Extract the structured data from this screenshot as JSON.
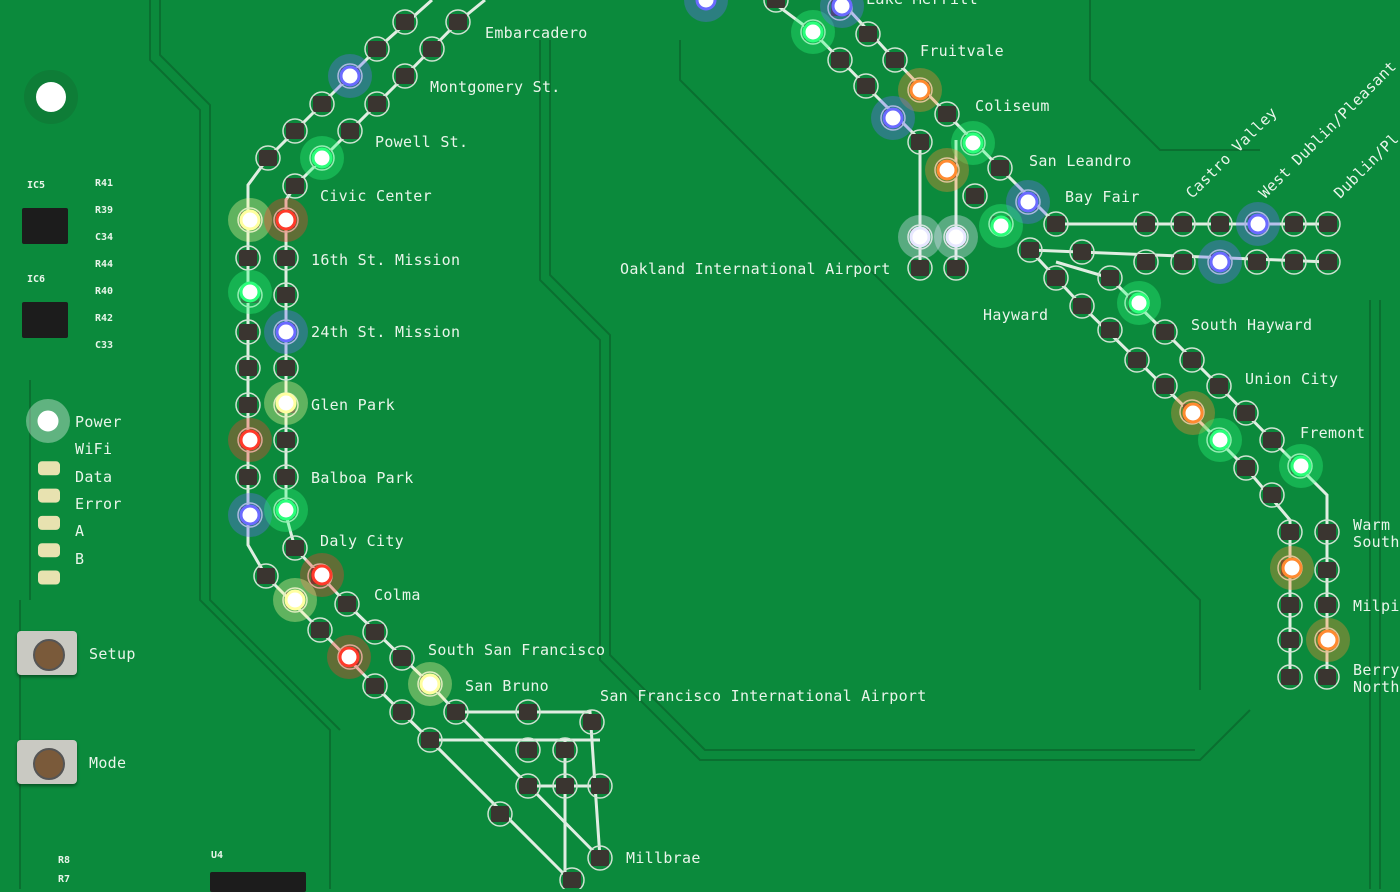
{
  "stations_west": [
    "Embarcadero",
    "Montgomery St.",
    "Powell St.",
    "Civic Center",
    "16th St. Mission",
    "24th St. Mission",
    "Glen Park",
    "Balboa Park",
    "Daly City",
    "Colma",
    "South San Francisco",
    "San Bruno",
    "San Francisco International Airport",
    "Millbrae"
  ],
  "stations_east": [
    "Lake Merritt",
    "Fruitvale",
    "Coliseum",
    "San Leandro",
    "Bay Fair",
    "Oakland International Airport",
    "Hayward",
    "South Hayward",
    "Union City",
    "Fremont",
    "Warm",
    "South",
    "Milpit",
    "Berry",
    "North"
  ],
  "stations_rotated": [
    "Castro Valley",
    "West Dublin/Pleasant",
    "Dublin/Pl"
  ],
  "indicators": [
    "Power",
    "WiFi",
    "Data",
    "Error",
    "A",
    "B"
  ],
  "buttons": {
    "setup": "Setup",
    "mode": "Mode"
  },
  "components": {
    "ic5": "IC5",
    "ic6": "IC6",
    "r41": "R41",
    "r39": "R39",
    "c34": "C34",
    "r44": "R44",
    "r40": "R40",
    "r42": "R42",
    "c33": "C33",
    "r8": "R8",
    "r7": "R7",
    "u4": "U4"
  },
  "colors": {
    "board": "#0b8a3c",
    "silk": "#e9f5ea",
    "red": "#ff3a2a",
    "green": "#2aff7a",
    "blue": "#6a6aff",
    "orange": "#ff8a30",
    "yellow": "#ffffa0",
    "white": "#e8e8ff"
  }
}
